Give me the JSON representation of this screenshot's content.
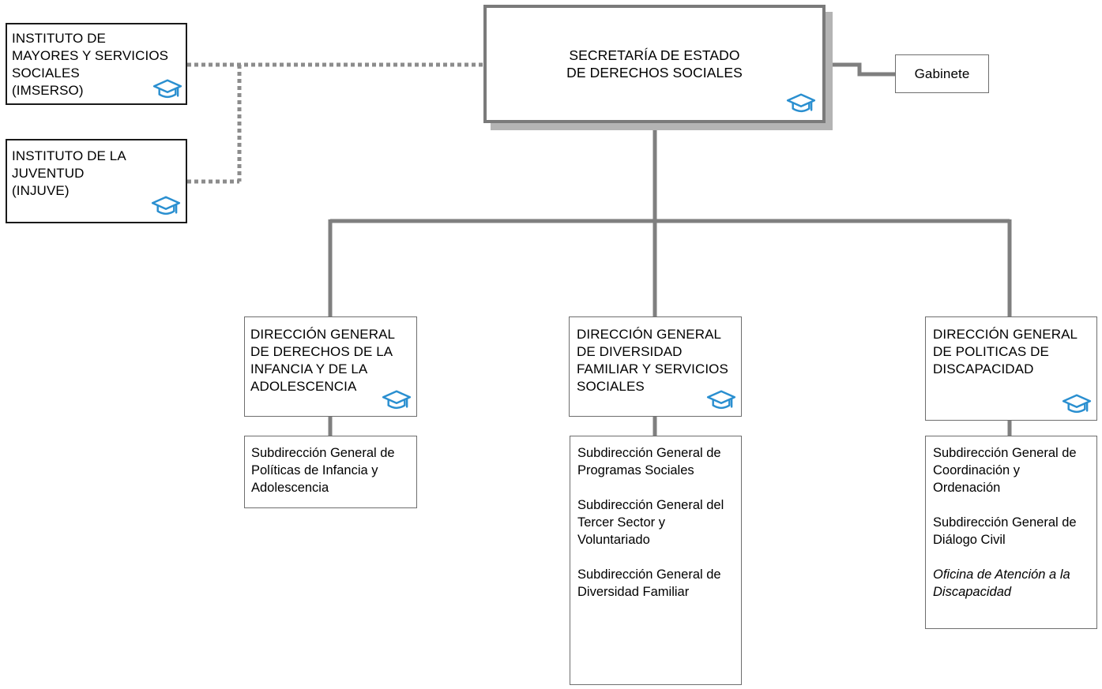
{
  "org": {
    "secretaria": {
      "label": "SECRETARÍA DE ESTADO\nDE DERECHOS SOCIALES",
      "icon": "graduation-cap-icon"
    },
    "gabinete": {
      "label": "Gabinete"
    },
    "organismos": [
      {
        "label": "INSTITUTO DE\nMAYORES Y SERVICIOS\nSOCIALES\n(IMSERSO)",
        "icon": "graduation-cap-icon"
      },
      {
        "label": "INSTITUTO DE LA\nJUVENTUD\n(INJUVE)",
        "icon": "graduation-cap-icon"
      }
    ],
    "direcciones": [
      {
        "label": "DIRECCIÓN GENERAL\nDE DERECHOS  DE LA\nINFANCIA Y DE LA\nADOLESCENCIA",
        "icon": "graduation-cap-icon",
        "subdirecciones": [
          {
            "text": "Subdirección General de\nPolíticas de Infancia y\nAdolescencia",
            "italic": false
          }
        ]
      },
      {
        "label": "DIRECCIÓN GENERAL\nDE DIVERSIDAD\nFAMILIAR Y SERVICIOS\nSOCIALES",
        "icon": "graduation-cap-icon",
        "subdirecciones": [
          {
            "text": "Subdirección General de\nProgramas Sociales",
            "italic": false
          },
          {
            "text": "Subdirección General del\nTercer Sector y\nVoluntariado",
            "italic": false
          },
          {
            "text": "Subdirección General de\nDiversidad Familiar",
            "italic": false
          }
        ]
      },
      {
        "label": "DIRECCIÓN GENERAL\nDE POLITICAS DE\nDISCAPACIDAD",
        "icon": "graduation-cap-icon",
        "subdirecciones": [
          {
            "text": "Subdirección General de\nCoordinación y\nOrdenación",
            "italic": false
          },
          {
            "text": "Subdirección General de\nDiálogo Civil",
            "italic": false
          },
          {
            "text": "Oficina de Atención a la\nDiscapacidad",
            "italic": true
          }
        ]
      }
    ]
  },
  "colors": {
    "connector": "#7f7f7f",
    "dotted": "#8c8c8c",
    "icon": "#2a8fd0"
  }
}
